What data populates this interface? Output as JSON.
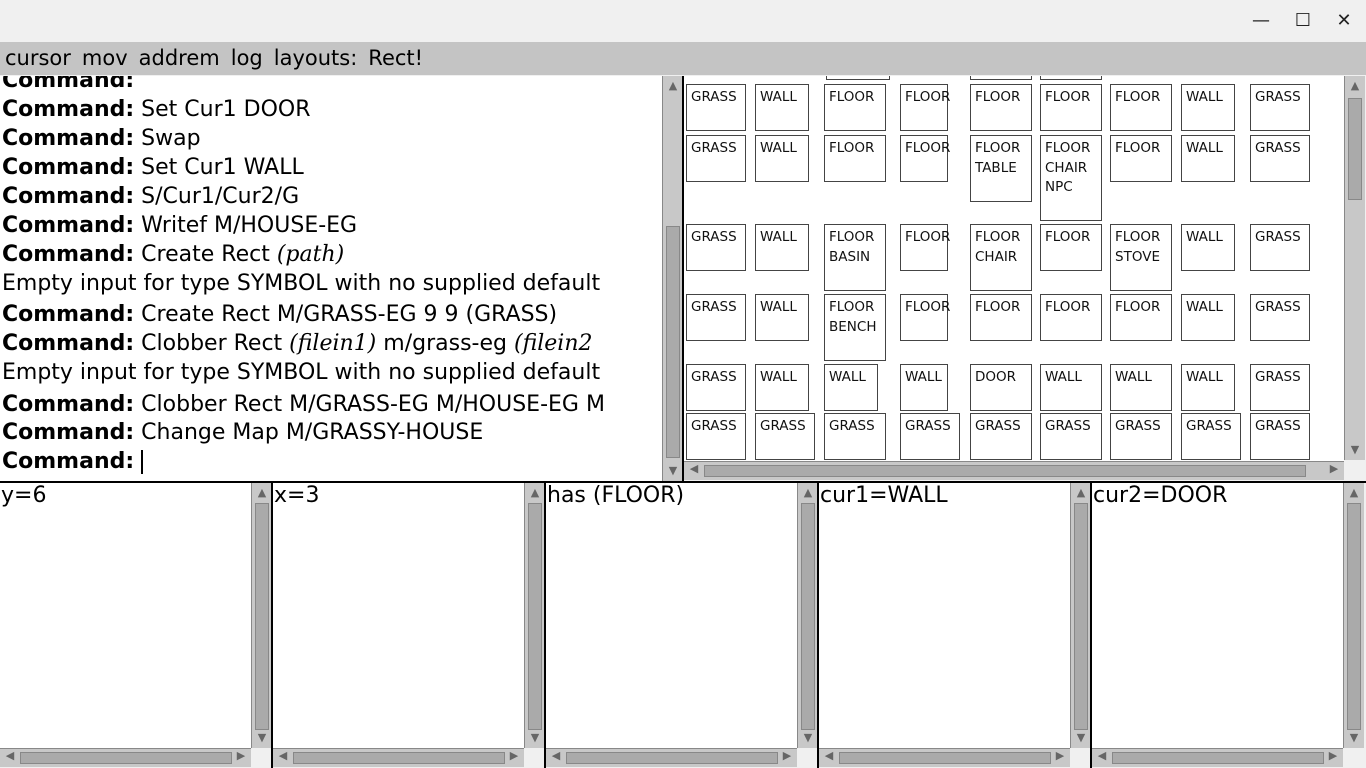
{
  "window": {
    "minimize_glyph": "—",
    "maximize_glyph": "☐",
    "close_glyph": "✕"
  },
  "menu": [
    "cursor",
    "mov",
    "addrem",
    "log",
    "layouts:",
    "Rect!"
  ],
  "console": {
    "lines": [
      {
        "prompt": "Command:",
        "text": "Set Cur1 DOOR"
      },
      {
        "prompt": "Command:",
        "text": "Swap"
      },
      {
        "prompt": "Command:",
        "text": "Set Cur1 WALL"
      },
      {
        "prompt": "Command:",
        "text": "S/Cur1/Cur2/G"
      },
      {
        "prompt": "Command:",
        "text": "Writef M/HOUSE-EG"
      },
      {
        "prompt": "Command:",
        "text": "Create Rect",
        "italic": "(path)"
      },
      {
        "prompt": "",
        "text": "Empty input for type SYMBOL with no supplied default"
      },
      {
        "prompt": "Command:",
        "text": "Create Rect M/GRASS-EG 9 9 (GRASS)"
      },
      {
        "prompt": "Command:",
        "text": "Clobber Rect",
        "italic": "(filein1)",
        "text2": "m/grass-eg",
        "italic2": "(filein2"
      },
      {
        "prompt": "",
        "text": "Empty input for type SYMBOL with no supplied default"
      },
      {
        "prompt": "Command:",
        "text": "Clobber Rect M/GRASS-EG M/HOUSE-EG M"
      },
      {
        "prompt": "Command:",
        "text": "Change Map M/GRASSY-HOUSE"
      },
      {
        "prompt": "Command:",
        "text": ""
      }
    ]
  },
  "grid": {
    "rows": [
      [
        "GRASS",
        "WALL",
        "FLOOR",
        "FLOOR",
        "FLOOR",
        "FLOOR",
        "FLOOR",
        "WALL",
        "GRASS"
      ],
      [
        "GRASS",
        "WALL",
        "FLOOR",
        "FLOOR",
        "FLOOR\nTABLE",
        "FLOOR\nCHAIR\nNPC",
        "FLOOR",
        "WALL",
        "GRASS"
      ],
      [
        "GRASS",
        "WALL",
        "FLOOR\nBASIN",
        "FLOOR",
        "FLOOR\nCHAIR",
        "FLOOR",
        "FLOOR\nSTOVE",
        "WALL",
        "GRASS"
      ],
      [
        "GRASS",
        "WALL",
        "FLOOR\nBENCH",
        "FLOOR",
        "FLOOR",
        "FLOOR",
        "FLOOR",
        "WALL",
        "GRASS"
      ],
      [
        "GRASS",
        "WALL",
        "WALL",
        "WALL",
        "DOOR",
        "WALL",
        "WALL",
        "WALL",
        "GRASS"
      ],
      [
        "GRASS",
        "GRASS",
        "GRASS",
        "GRASS",
        "GRASS",
        "GRASS",
        "GRASS",
        "GRASS",
        "GRASS"
      ]
    ]
  },
  "panes": [
    {
      "name": "y-pane",
      "label": "y=6"
    },
    {
      "name": "x-pane",
      "label": "x=3"
    },
    {
      "name": "has-pane",
      "label": "has (FLOOR)"
    },
    {
      "name": "cur1-pane",
      "label": "cur1=WALL"
    },
    {
      "name": "cur2-pane",
      "label": "cur2=DOOR"
    }
  ]
}
